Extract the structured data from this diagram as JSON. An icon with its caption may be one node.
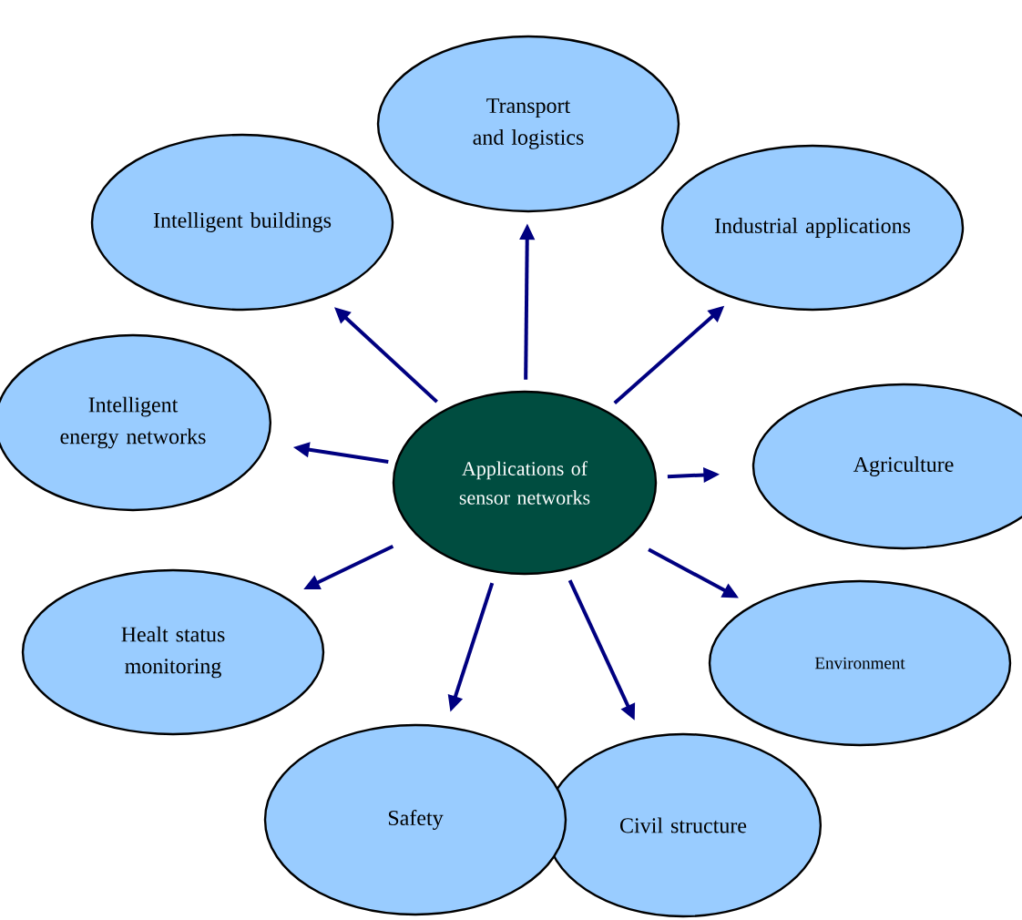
{
  "diagram": {
    "nodes": [
      {
        "text": [
          "Applications of sensor networks"
        ]
      },
      {
        "text": [
          "Transport and logistics"
        ]
      },
      {
        "text": [
          "Industrial applications"
        ]
      },
      {
        "text": [
          "Agriculture"
        ]
      },
      {
        "text": [
          "Environment"
        ]
      },
      {
        "text": [
          "Civil structure"
        ]
      },
      {
        "text": [
          "Safety"
        ]
      },
      {
        "text": [
          "Healt status monitoring"
        ]
      },
      {
        "text": [
          "Intelligent energy networks"
        ]
      },
      {
        "text": [
          "Intelligent buildings"
        ]
      }
    ],
    "edges": [
      {
        "from": 0,
        "to": 1,
        "arrow": "to"
      },
      {
        "from": 0,
        "to": 2,
        "arrow": "to"
      },
      {
        "from": 0,
        "to": 3,
        "arrow": "to"
      },
      {
        "from": 0,
        "to": 4,
        "arrow": "to"
      },
      {
        "from": 0,
        "to": 5,
        "arrow": "to"
      },
      {
        "from": 0,
        "to": 6,
        "arrow": "to"
      },
      {
        "from": 0,
        "to": 7,
        "arrow": "to"
      },
      {
        "from": 0,
        "to": 8,
        "arrow": "to"
      },
      {
        "from": 0,
        "to": 9,
        "arrow": "to"
      }
    ]
  }
}
